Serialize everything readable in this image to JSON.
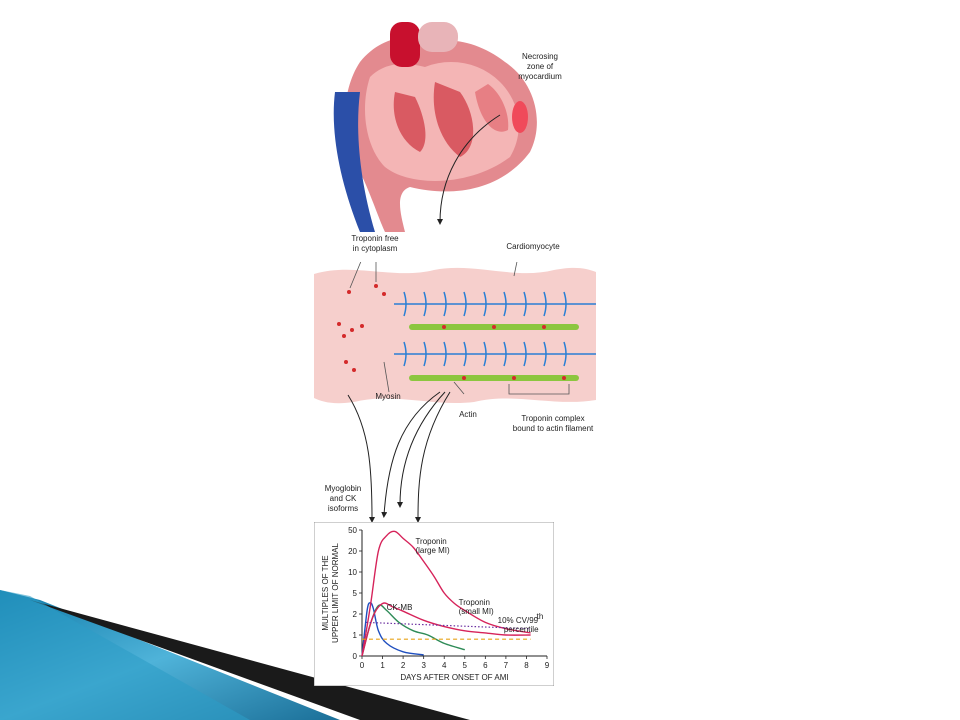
{
  "heart": {
    "necrosing_label": [
      "Necrosing",
      "zone of",
      "myocardium"
    ]
  },
  "cell": {
    "troponin_free_label": [
      "Troponin free",
      "in cytoplasm"
    ],
    "cardiomyocyte_label": "Cardiomyocyte",
    "myosin_label": "Myosin",
    "actin_label": "Actin",
    "troponin_complex_label": [
      "Troponin complex",
      "bound to actin filament"
    ],
    "myoglobin_label": [
      "Myoglobin",
      "and CK",
      "isoforms"
    ]
  },
  "colors": {
    "troponin": "#d6235a",
    "ckmb": "#2e8b57",
    "myoglobin": "#1f4fbf",
    "threshold_dotted": "#6b2fa0",
    "threshold_dashed": "#e8a317",
    "tissue": "#f3c6c3",
    "myosin": "#2a7fd4",
    "actin": "#8cc63f"
  },
  "chart_data": {
    "type": "line",
    "xlabel": "DAYS AFTER ONSET OF AMI",
    "ylabel": [
      "MULTIPLES OF THE",
      "UPPER LIMIT OF NORMAL"
    ],
    "x_ticks": [
      0,
      1,
      2,
      3,
      4,
      5,
      6,
      7,
      8,
      9
    ],
    "y_ticks": [
      0,
      1,
      2,
      5,
      10,
      20,
      50
    ],
    "xlim": [
      0,
      9
    ],
    "ylim": [
      0,
      50
    ],
    "annotations": {
      "troponin_large": [
        "Troponin",
        "(large MI)"
      ],
      "troponin_small": [
        "Troponin",
        "(small MI)"
      ],
      "ckmb": "CK-MB",
      "percentile": [
        "10% CV/99",
        "th",
        "percentile"
      ]
    },
    "series": [
      {
        "key": "myoglobin",
        "x": [
          0,
          0.25,
          0.4,
          0.55,
          0.8,
          1.2,
          2,
          3
        ],
        "y": [
          0,
          2.5,
          3.6,
          2.8,
          1.2,
          0.6,
          0.2,
          0.05
        ]
      },
      {
        "key": "ckmb",
        "x": [
          0,
          0.4,
          0.8,
          1.2,
          1.8,
          2.5,
          3.2,
          4,
          5
        ],
        "y": [
          0,
          1.5,
          3.2,
          2.5,
          1.6,
          1.2,
          1.0,
          0.6,
          0.3
        ]
      },
      {
        "key": "troponin_large",
        "x": [
          0,
          0.4,
          0.8,
          1.2,
          1.6,
          2,
          2.5,
          3,
          3.5,
          4,
          4.5,
          5,
          6,
          7,
          8.2
        ],
        "y": [
          0,
          3,
          20,
          42,
          48,
          38,
          25,
          15,
          9,
          5,
          3.5,
          2.5,
          1.6,
          1.3,
          1.1
        ]
      },
      {
        "key": "troponin_small",
        "x": [
          0,
          0.5,
          1,
          1.5,
          2,
          3,
          4,
          5,
          6,
          7,
          8.2
        ],
        "y": [
          0,
          1.8,
          3.5,
          3,
          2.4,
          1.7,
          1.4,
          1.2,
          1.1,
          1.0,
          1.0
        ]
      },
      {
        "key": "threshold_dotted",
        "x": [
          0.2,
          8.2
        ],
        "y": [
          1.6,
          1.3
        ]
      },
      {
        "key": "threshold_dashed",
        "x": [
          0,
          8.2
        ],
        "y": [
          0.8,
          0.8
        ]
      }
    ]
  }
}
